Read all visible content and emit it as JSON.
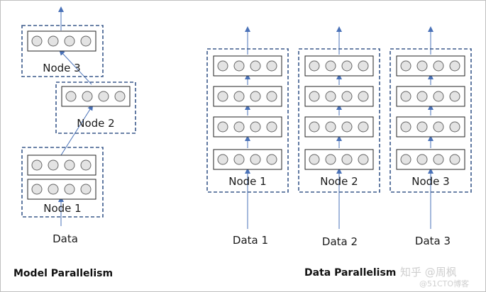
{
  "model_parallelism": {
    "caption": "Model Parallelism",
    "nodes": [
      {
        "label": "Node 1"
      },
      {
        "label": "Node 2"
      },
      {
        "label": "Node 3"
      }
    ],
    "input_label": "Data"
  },
  "data_parallelism": {
    "caption": "Data Parallelism",
    "replicas": [
      {
        "node_label": "Node 1",
        "data_label": "Data 1"
      },
      {
        "node_label": "Node 2",
        "data_label": "Data 2"
      },
      {
        "node_label": "Node 3",
        "data_label": "Data 3"
      }
    ]
  },
  "watermark": {
    "primary": "知乎 @周枫",
    "secondary": "@51CTO博客"
  },
  "colors": {
    "node_border": "#3b5a8c",
    "arrow": "#4a72b8",
    "neuron_fill": "#e3e3e3",
    "neuron_stroke": "#666666"
  }
}
